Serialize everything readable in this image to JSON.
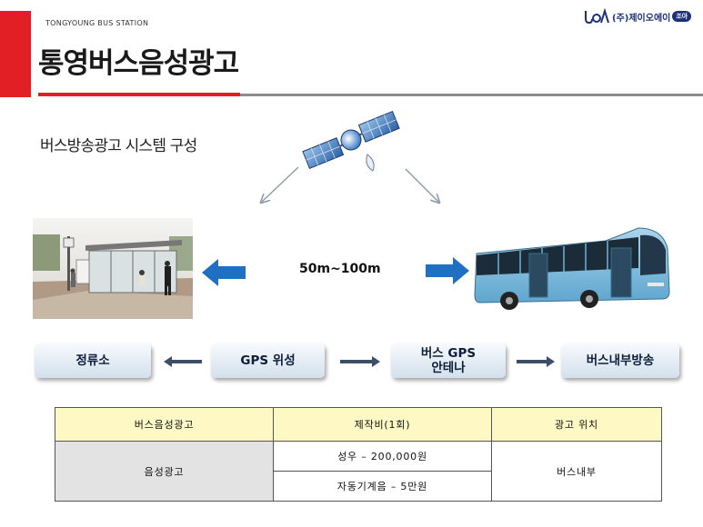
{
  "header": {
    "station_label": "TONGYOUNG  BUS  STATION",
    "title": "통영버스음성광고",
    "company": "(주)제이오에이",
    "badge": "조아",
    "logo_letters": "JOA"
  },
  "section": {
    "title": "버스방송광고 시스템 구성"
  },
  "diagram": {
    "distance_label": "50m~100m",
    "flow": [
      {
        "label": "정류소"
      },
      {
        "label": "GPS 위성"
      },
      {
        "label_line1": "버스 GPS",
        "label_line2": "안테나"
      },
      {
        "label": "버스내부방송"
      }
    ]
  },
  "table": {
    "headers": [
      "버스음성광고",
      "제작비(1회)",
      "광고 위치"
    ],
    "rows": {
      "ad_type": "음성광고",
      "costs": [
        "성우 – 200,000원",
        "자동기계음 – 5만원"
      ],
      "location": "버스내부"
    }
  },
  "colors": {
    "accent_red": "#e31f26",
    "arrow_blue": "#1f6fc3",
    "navy": "#1c2f7a",
    "header_yellow": "#fdf8c4"
  }
}
